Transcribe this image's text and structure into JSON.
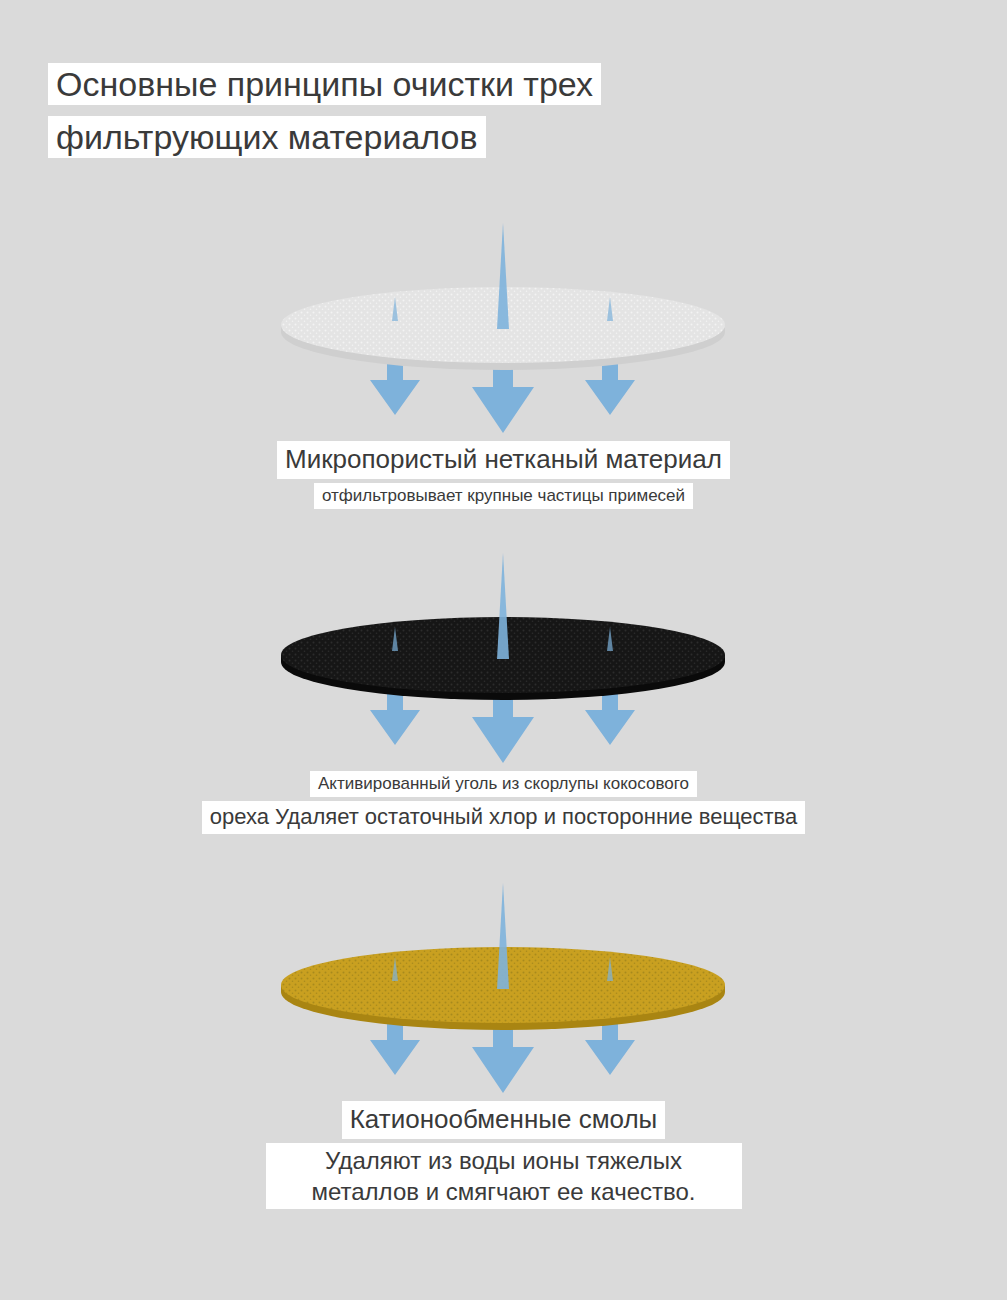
{
  "diagram": {
    "title": "Основные принципы очистки трех фильтрующих материалов",
    "nodes": [
      {
        "text": [
          "Микропористый нетканый материал",
          "отфильтровывает крупные частицы примесей"
        ]
      },
      {
        "text": [
          "Активированный уголь из скорлупы кокосового",
          "ореха Удаляет остаточный хлор и посторонние вещества"
        ]
      },
      {
        "text": [
          "Катионообменные смолы",
          "Удаляют из воды ионы тяжелых металлов и смягчают ее качество."
        ]
      }
    ]
  }
}
